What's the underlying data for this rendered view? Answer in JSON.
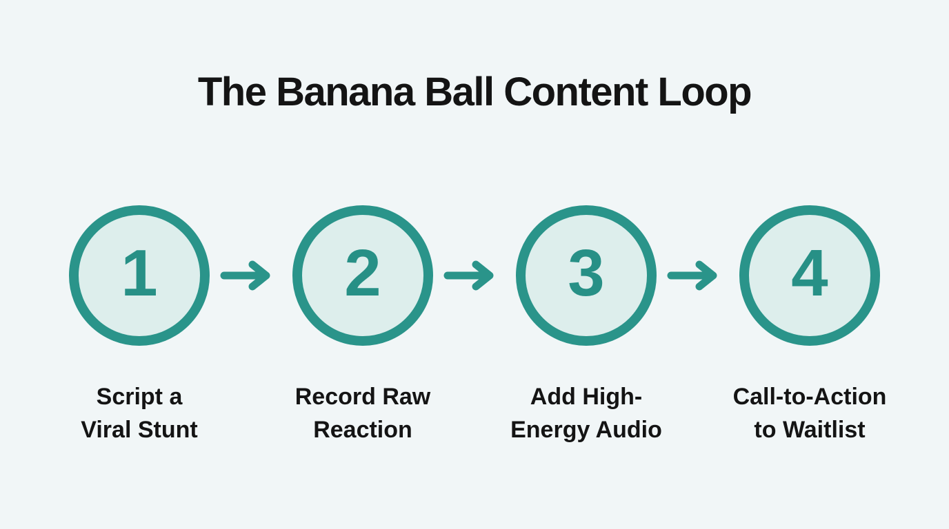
{
  "page": {
    "title": "The Banana Ball Content Loop"
  },
  "colors": {
    "teal": "#2a948a",
    "teal_number": "#279086",
    "circle_fill": "#ddeeec",
    "background": "#f1f6f7",
    "text": "#141414"
  },
  "steps": [
    {
      "number": "1",
      "label_line1": "Script a",
      "label_line2": "Viral Stunt"
    },
    {
      "number": "2",
      "label_line1": "Record Raw",
      "label_line2": "Reaction"
    },
    {
      "number": "3",
      "label_line1": "Add High-",
      "label_line2": "Energy Audio"
    },
    {
      "number": "4",
      "label_line1": "Call-to-Action",
      "label_line2": "to Waitlist"
    }
  ],
  "icons": {
    "arrow": "right-arrow"
  }
}
